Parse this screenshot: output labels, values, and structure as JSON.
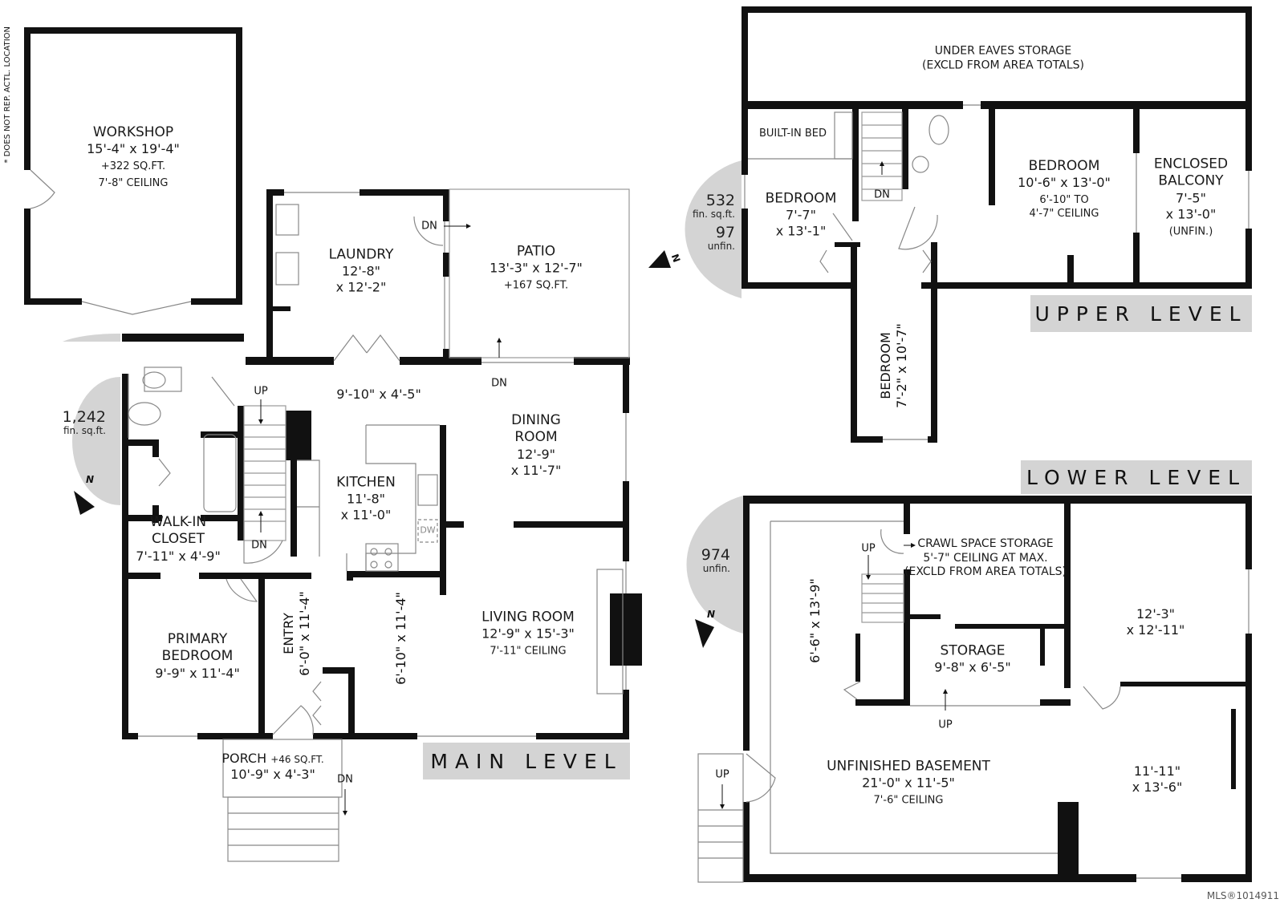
{
  "disclaimer": "* DOES NOT REP. ACTL. LOCATION",
  "workshop": {
    "name": "WORKSHOP",
    "dims": "15'-4\" x 19'-4\"",
    "area": "+322 SQ.FT.",
    "ceiling": "7'-8\" CEILING"
  },
  "main_level": {
    "banner": "MAIN LEVEL",
    "area_badge": {
      "value": "1,242",
      "unit": "fin. sq.ft.",
      "north": "N"
    },
    "rooms": {
      "laundry": {
        "name": "LAUNDRY",
        "dim1": "12'-8\"",
        "dim2": "x 12'-2\""
      },
      "patio": {
        "name": "PATIO",
        "dims": "13'-3\" x 12'-7\"",
        "area": "+167 SQ.FT."
      },
      "hall": {
        "dims": "9'-10\" x 4'-5\""
      },
      "dining": {
        "name1": "DINING",
        "name2": "ROOM",
        "dim1": "12'-9\"",
        "dim2": "x 11'-7\""
      },
      "kitchen": {
        "name": "KITCHEN",
        "dim1": "11'-8\"",
        "dim2": "x 11'-0\"",
        "dw": "DW"
      },
      "walkin": {
        "name1": "WALK-IN",
        "name2": "CLOSET",
        "dims": "7'-11\" x 4'-9\""
      },
      "primary": {
        "name1": "PRIMARY",
        "name2": "BEDROOM",
        "dims": "9'-9\" x 11'-4\""
      },
      "entry": {
        "name": "ENTRY",
        "dims": "6'-0\" x 11'-4\""
      },
      "hall2": {
        "dims": "6'-10\" x 11'-4\""
      },
      "living": {
        "name": "LIVING ROOM",
        "dims": "12'-9\" x 15'-3\"",
        "ceiling": "7'-11\" CEILING"
      },
      "porch": {
        "name": "PORCH",
        "area": "+46 SQ.FT.",
        "dims": "10'-9\" x 4'-3\""
      }
    },
    "stairs": {
      "up": "UP",
      "dn": "DN"
    }
  },
  "upper_level": {
    "banner": "UPPER LEVEL",
    "area_badge": {
      "value": "532",
      "unit": "fin. sq.ft.",
      "value2": "97",
      "unit2": "unfin.",
      "north": "N"
    },
    "rooms": {
      "eaves": {
        "name": "UNDER EAVES STORAGE",
        "note": "(EXCLD FROM AREA TOTALS)"
      },
      "builtin": {
        "name": "BUILT-IN BED"
      },
      "bedroom_a": {
        "name": "BEDROOM",
        "dim1": "7'-7\"",
        "dim2": "x 13'-1\""
      },
      "bedroom_b": {
        "name": "BEDROOM",
        "dims": "10'-6\" x 13'-0\"",
        "ceil1": "6'-10\" TO",
        "ceil2": "4'-7\" CEILING"
      },
      "balcony": {
        "name1": "ENCLOSED",
        "name2": "BALCONY",
        "dim1": "7'-5\"",
        "dim2": "x 13'-0\"",
        "note": "(UNFIN.)"
      },
      "bedroom_c": {
        "name": "BEDROOM",
        "dims": "7'-2\" x 10'-7\""
      }
    },
    "stairs": {
      "dn": "DN"
    }
  },
  "lower_level": {
    "banner": "LOWER LEVEL",
    "area_badge": {
      "value": "974",
      "unit": "unfin.",
      "north": "N"
    },
    "rooms": {
      "crawl": {
        "name": "CRAWL SPACE STORAGE",
        "note1": "5'-7\" CEILING AT MAX.",
        "note2": "(EXCLD FROM AREA TOTALS)"
      },
      "storage": {
        "name": "STORAGE",
        "dims": "9'-8\" x 6'-5\""
      },
      "hall": {
        "dims": "6'-6\" x 13'-9\""
      },
      "room_ne": {
        "dim1": "12'-3\"",
        "dim2": "x 12'-11\""
      },
      "basement": {
        "name": "UNFINISHED BASEMENT",
        "dims": "21'-0\" x 11'-5\"",
        "ceiling": "7'-6\" CEILING"
      },
      "room_se": {
        "dim1": "11'-11\"",
        "dim2": "x 13'-6\""
      }
    },
    "stairs": {
      "up": "UP"
    }
  },
  "watermark": "MLS®1014911"
}
